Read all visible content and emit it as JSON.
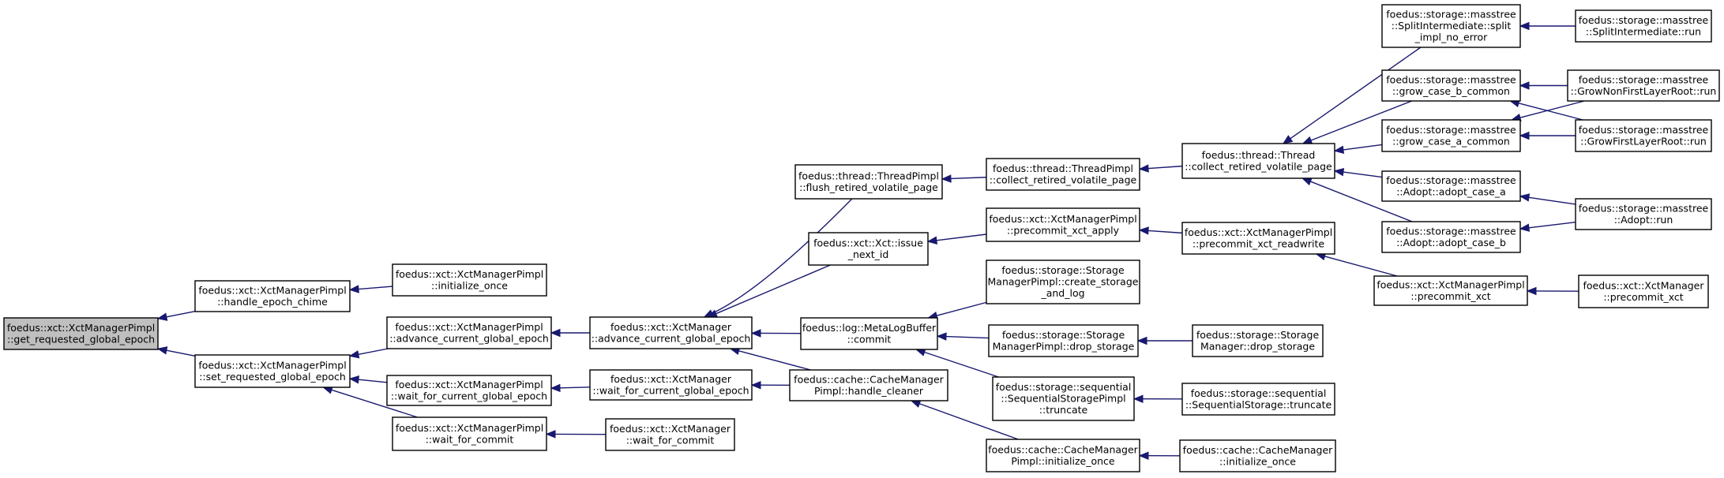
{
  "graph": {
    "nodes": [
      {
        "id": "root",
        "lines": [
          "foedus::xct::XctManagerPimpl",
          "::get_requested_global_epoch"
        ],
        "highlighted": true
      },
      {
        "id": "hec",
        "lines": [
          "foedus::xct::XctManagerPimpl",
          "::handle_epoch_chime"
        ]
      },
      {
        "id": "srge",
        "lines": [
          "foedus::xct::XctManagerPimpl",
          "::set_requested_global_epoch"
        ]
      },
      {
        "id": "xmp_init",
        "lines": [
          "foedus::xct::XctManagerPimpl",
          "::initialize_once"
        ]
      },
      {
        "id": "xmp_acge",
        "lines": [
          "foedus::xct::XctManagerPimpl",
          "::advance_current_global_epoch"
        ]
      },
      {
        "id": "xmp_wfcge",
        "lines": [
          "foedus::xct::XctManagerPimpl",
          "::wait_for_current_global_epoch"
        ]
      },
      {
        "id": "xmp_wfc",
        "lines": [
          "foedus::xct::XctManagerPimpl",
          "::wait_for_commit"
        ]
      },
      {
        "id": "xm_acge",
        "lines": [
          "foedus::xct::XctManager",
          "::advance_current_global_epoch"
        ]
      },
      {
        "id": "xm_wfcge",
        "lines": [
          "foedus::xct::XctManager",
          "::wait_for_current_global_epoch"
        ]
      },
      {
        "id": "xm_wfc",
        "lines": [
          "foedus::xct::XctManager",
          "::wait_for_commit"
        ]
      },
      {
        "id": "tp_flush",
        "lines": [
          "foedus::thread::ThreadPimpl",
          "::flush_retired_volatile_page"
        ]
      },
      {
        "id": "xct_issue",
        "lines": [
          "foedus::xct::Xct::issue",
          "_next_id"
        ]
      },
      {
        "id": "mlb_commit",
        "lines": [
          "foedus::log::MetaLogBuffer",
          "::commit"
        ]
      },
      {
        "id": "cm_handle",
        "lines": [
          "foedus::cache::CacheManager",
          "Pimpl::handle_cleaner"
        ]
      },
      {
        "id": "tp_collect",
        "lines": [
          "foedus::thread::ThreadPimpl",
          "::collect_retired_volatile_page"
        ]
      },
      {
        "id": "xmp_pxa",
        "lines": [
          "foedus::xct::XctManagerPimpl",
          "::precommit_xct_apply"
        ]
      },
      {
        "id": "smp_create",
        "lines": [
          "foedus::storage::Storage",
          "ManagerPimpl::create_storage",
          "_and_log"
        ]
      },
      {
        "id": "smp_drop",
        "lines": [
          "foedus::storage::Storage",
          "ManagerPimpl::drop_storage"
        ]
      },
      {
        "id": "ssp_trunc",
        "lines": [
          "foedus::storage::sequential",
          "::SequentialStoragePimpl",
          "::truncate"
        ]
      },
      {
        "id": "cmp_init",
        "lines": [
          "foedus::cache::CacheManager",
          "Pimpl::initialize_once"
        ]
      },
      {
        "id": "t_collect",
        "lines": [
          "foedus::thread::Thread",
          "::collect_retired_volatile_page"
        ]
      },
      {
        "id": "xmp_pxr",
        "lines": [
          "foedus::xct::XctManagerPimpl",
          "::precommit_xct_readwrite"
        ]
      },
      {
        "id": "sm_drop",
        "lines": [
          "foedus::storage::Storage",
          "Manager::drop_storage"
        ]
      },
      {
        "id": "ss_trunc",
        "lines": [
          "foedus::storage::sequential",
          "::SequentialStorage::truncate"
        ]
      },
      {
        "id": "cm_init",
        "lines": [
          "foedus::cache::CacheManager",
          "::initialize_once"
        ]
      },
      {
        "id": "si_split",
        "lines": [
          "foedus::storage::masstree",
          "::SplitIntermediate::split",
          "_impl_no_error"
        ]
      },
      {
        "id": "gcb",
        "lines": [
          "foedus::storage::masstree",
          "::grow_case_b_common"
        ]
      },
      {
        "id": "gca",
        "lines": [
          "foedus::storage::masstree",
          "::grow_case_a_common"
        ]
      },
      {
        "id": "adopt_a",
        "lines": [
          "foedus::storage::masstree",
          "::Adopt::adopt_case_a"
        ]
      },
      {
        "id": "adopt_b",
        "lines": [
          "foedus::storage::masstree",
          "::Adopt::adopt_case_b"
        ]
      },
      {
        "id": "xmp_px",
        "lines": [
          "foedus::xct::XctManagerPimpl",
          "::precommit_xct"
        ]
      },
      {
        "id": "si_run",
        "lines": [
          "foedus::storage::masstree",
          "::SplitIntermediate::run"
        ]
      },
      {
        "id": "gnfl_run",
        "lines": [
          "foedus::storage::masstree",
          "::GrowNonFirstLayerRoot::run"
        ]
      },
      {
        "id": "gfl_run",
        "lines": [
          "foedus::storage::masstree",
          "::GrowFirstLayerRoot::run"
        ]
      },
      {
        "id": "adopt_run",
        "lines": [
          "foedus::storage::masstree",
          "::Adopt::run"
        ]
      },
      {
        "id": "xm_px",
        "lines": [
          "foedus::xct::XctManager",
          "::precommit_xct"
        ]
      }
    ],
    "edges": [
      [
        "hec",
        "root"
      ],
      [
        "srge",
        "root"
      ],
      [
        "xmp_init",
        "hec"
      ],
      [
        "xmp_acge",
        "srge"
      ],
      [
        "xmp_wfcge",
        "srge"
      ],
      [
        "xmp_wfc",
        "srge"
      ],
      [
        "xm_acge",
        "xmp_acge"
      ],
      [
        "xm_wfcge",
        "xmp_wfcge"
      ],
      [
        "xm_wfc",
        "xmp_wfc"
      ],
      [
        "tp_flush",
        "xm_acge"
      ],
      [
        "xct_issue",
        "xm_acge"
      ],
      [
        "mlb_commit",
        "xm_acge"
      ],
      [
        "cm_handle",
        "xm_acge"
      ],
      [
        "cm_handle",
        "xm_wfcge"
      ],
      [
        "tp_collect",
        "tp_flush"
      ],
      [
        "xmp_pxa",
        "xct_issue"
      ],
      [
        "smp_create",
        "mlb_commit"
      ],
      [
        "smp_drop",
        "mlb_commit"
      ],
      [
        "ssp_trunc",
        "mlb_commit"
      ],
      [
        "cmp_init",
        "cm_handle"
      ],
      [
        "t_collect",
        "tp_collect"
      ],
      [
        "xmp_pxr",
        "xmp_pxa"
      ],
      [
        "sm_drop",
        "smp_drop"
      ],
      [
        "ss_trunc",
        "ssp_trunc"
      ],
      [
        "cm_init",
        "cmp_init"
      ],
      [
        "si_split",
        "t_collect"
      ],
      [
        "gcb",
        "t_collect"
      ],
      [
        "gca",
        "t_collect"
      ],
      [
        "adopt_a",
        "t_collect"
      ],
      [
        "adopt_b",
        "t_collect"
      ],
      [
        "xmp_px",
        "xmp_pxr"
      ],
      [
        "si_run",
        "si_split"
      ],
      [
        "gnfl_run",
        "gcb"
      ],
      [
        "gfl_run",
        "gcb"
      ],
      [
        "gnfl_run",
        "gca"
      ],
      [
        "gfl_run",
        "gca"
      ],
      [
        "adopt_run",
        "adopt_a"
      ],
      [
        "adopt_run",
        "adopt_b"
      ],
      [
        "xm_px",
        "xmp_px"
      ]
    ]
  }
}
